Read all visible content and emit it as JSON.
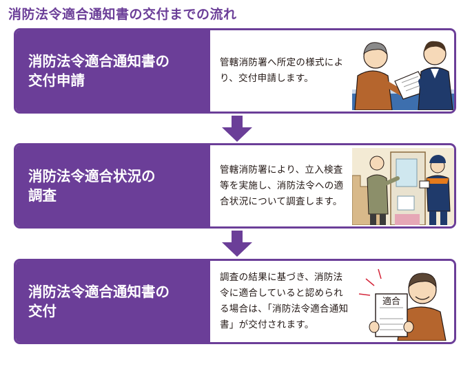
{
  "title": "消防法令適合通知書の交付までの流れ",
  "steps": [
    {
      "heading": [
        "消防法令適合通知書の",
        "交付申請"
      ],
      "description": "管轄消防署へ所定の様式により、交付申請します。"
    },
    {
      "heading": [
        "消防法令適合状況の",
        "調査"
      ],
      "description": "管轄消防署により、立入検査等を実施し、消防法令への適合状況について調査します。"
    },
    {
      "heading": [
        "消防法令適合通知書の",
        "交付"
      ],
      "description": "調査の結果に基づき、消防法令に適合していると認められる場合は、「消防法令適合通知書」が交付されます。"
    }
  ],
  "certificate_label": "適合",
  "colors": {
    "accent": "#6b3e98",
    "text": "#231815"
  }
}
